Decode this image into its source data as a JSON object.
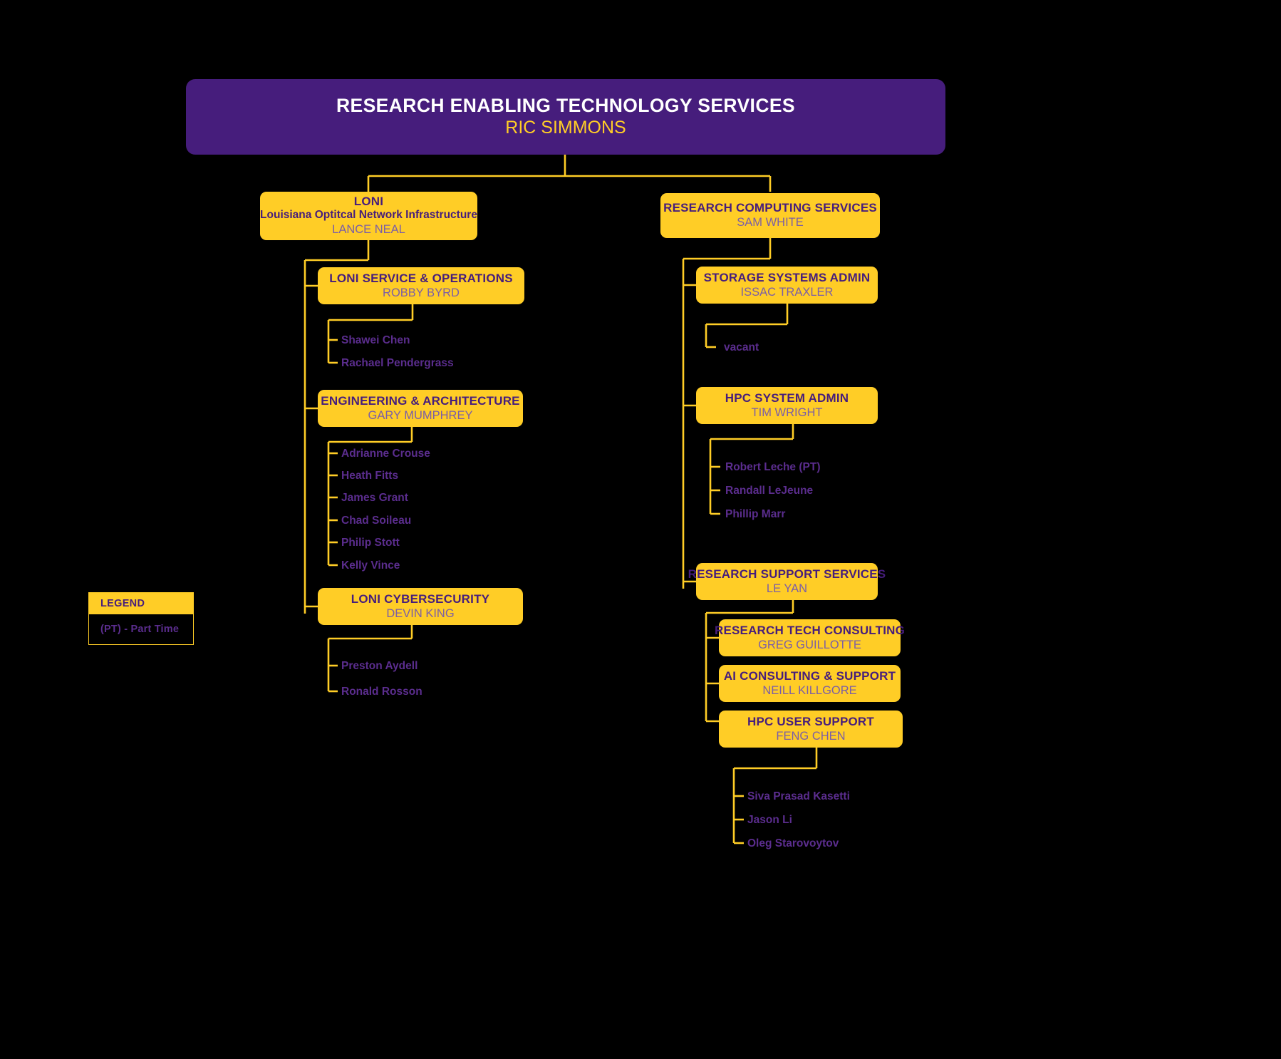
{
  "meta": {
    "colors": {
      "background": "#000000",
      "accent_gold": "#FFCD26",
      "accent_purple": "#461D7C",
      "person_text": "#7B5EA7",
      "staff_text": "#5B2D8E",
      "root_title_text": "#FFFFFF"
    }
  },
  "root": {
    "title": "RESEARCH ENABLING TECHNOLOGY SERVICES",
    "person": "RIC SIMMONS"
  },
  "divisions": {
    "loni": {
      "title": "LONI",
      "subtitle": "Louisiana Optitcal Network Infrastructure",
      "person": "LANCE NEAL"
    },
    "rcs": {
      "title": "RESEARCH COMPUTING SERVICES",
      "person": "SAM WHITE"
    }
  },
  "units": {
    "loni_service_ops": {
      "title": "LONI SERVICE & OPERATIONS",
      "person": "ROBBY BYRD",
      "staff": [
        "Shawei Chen",
        "Rachael Pendergrass"
      ]
    },
    "engineering_architecture": {
      "title": "ENGINEERING & ARCHITECTURE",
      "person": "GARY MUMPHREY",
      "staff": [
        "Adrianne Crouse",
        "Heath Fitts",
        "James Grant",
        "Chad Soileau",
        "Philip Stott",
        "Kelly Vince"
      ]
    },
    "loni_cybersecurity": {
      "title": "LONI CYBERSECURITY",
      "person": "DEVIN KING",
      "staff": [
        "Preston Aydell",
        "Ronald Rosson"
      ]
    },
    "storage_systems_admin": {
      "title": "STORAGE SYSTEMS ADMIN",
      "person": "ISSAC TRAXLER",
      "staff": [
        "vacant"
      ]
    },
    "hpc_system_admin": {
      "title": "HPC SYSTEM ADMIN",
      "person": "TIM WRIGHT",
      "staff": [
        "Robert Leche (PT)",
        "Randall LeJeune",
        "Phillip Marr"
      ]
    },
    "research_support_services": {
      "title": "RESEARCH SUPPORT SERVICES",
      "person": "LE YAN"
    },
    "research_tech_consulting": {
      "title": "RESEARCH TECH CONSULTING",
      "person": "GREG GUILLOTTE"
    },
    "ai_consulting_support": {
      "title": "AI CONSULTING & SUPPORT",
      "person": "NEILL KILLGORE"
    },
    "hpc_user_support": {
      "title": "HPC USER SUPPORT",
      "person": "FENG CHEN",
      "staff": [
        "Siva Prasad Kasetti",
        "Jason Li",
        "Oleg Starovoytov"
      ]
    }
  },
  "legend": {
    "heading": "LEGEND",
    "entries": [
      "(PT) - Part Time"
    ]
  }
}
